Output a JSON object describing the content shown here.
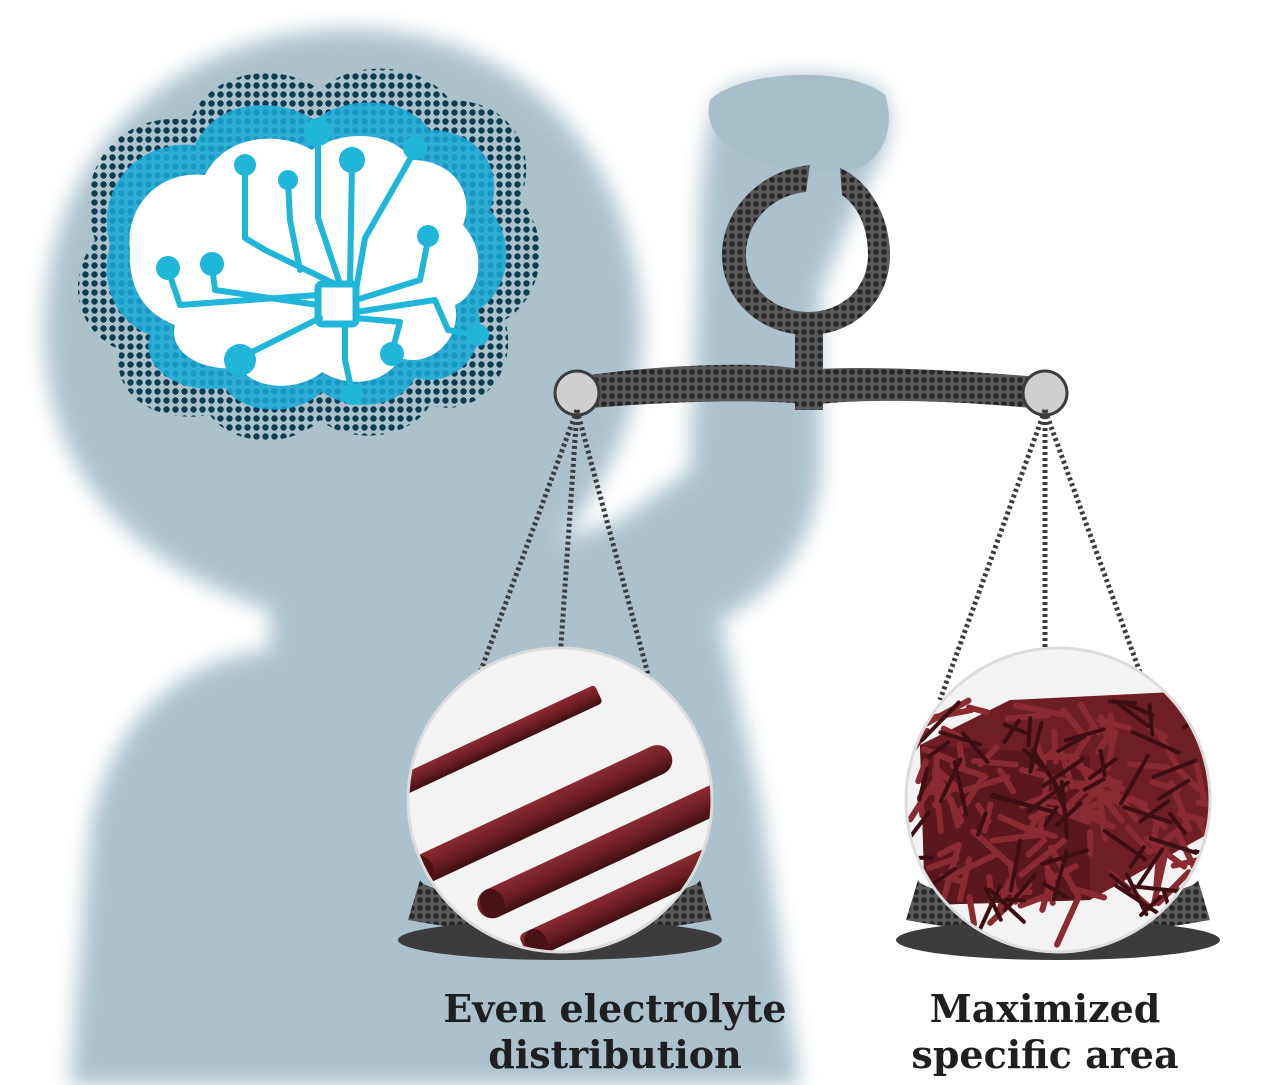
{
  "colors": {
    "figure": "#a7bfca",
    "cloud_dark": "#0d3b52",
    "cloud_blue": "#17a9d6",
    "circuit": "#1fb6da",
    "scale_metal": "#3c3c3c",
    "rod": "#6e1f24",
    "rod_shade": "#4a1216"
  },
  "icons": {
    "brain": "circuit-brain-icon",
    "scale": "balance-scale-icon"
  },
  "captions": {
    "left_line1": "Even electrolyte",
    "left_line2": "distribution",
    "right_line1": "Maximized",
    "right_line2": "specific area"
  }
}
